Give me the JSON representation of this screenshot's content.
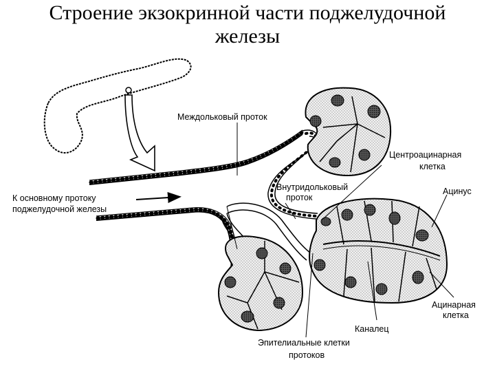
{
  "title": {
    "line1": "Строение экзокринной части поджелудочной",
    "line2": "железы"
  },
  "labels": {
    "interlobular_duct": "Междольковый проток",
    "centroacinar_1": "Центроацинарная",
    "centroacinar_2": "клетка",
    "intralobular_1": "Внутридольковый",
    "intralobular_2": "проток",
    "acinus": "Ацинус",
    "main_duct_1": "К основному протоку",
    "main_duct_2": "поджелудочной железы",
    "acinar_cell_1": "Ацинарная",
    "acinar_cell_2": "клетка",
    "canaliculus": "Каналец",
    "epithelial_1": "Эпителиальные клетки",
    "epithelial_2": "протоков"
  },
  "colors": {
    "ink": "#000000",
    "cell_fill": "#e6e6e6",
    "nucleus": "#333333",
    "background": "#ffffff"
  }
}
